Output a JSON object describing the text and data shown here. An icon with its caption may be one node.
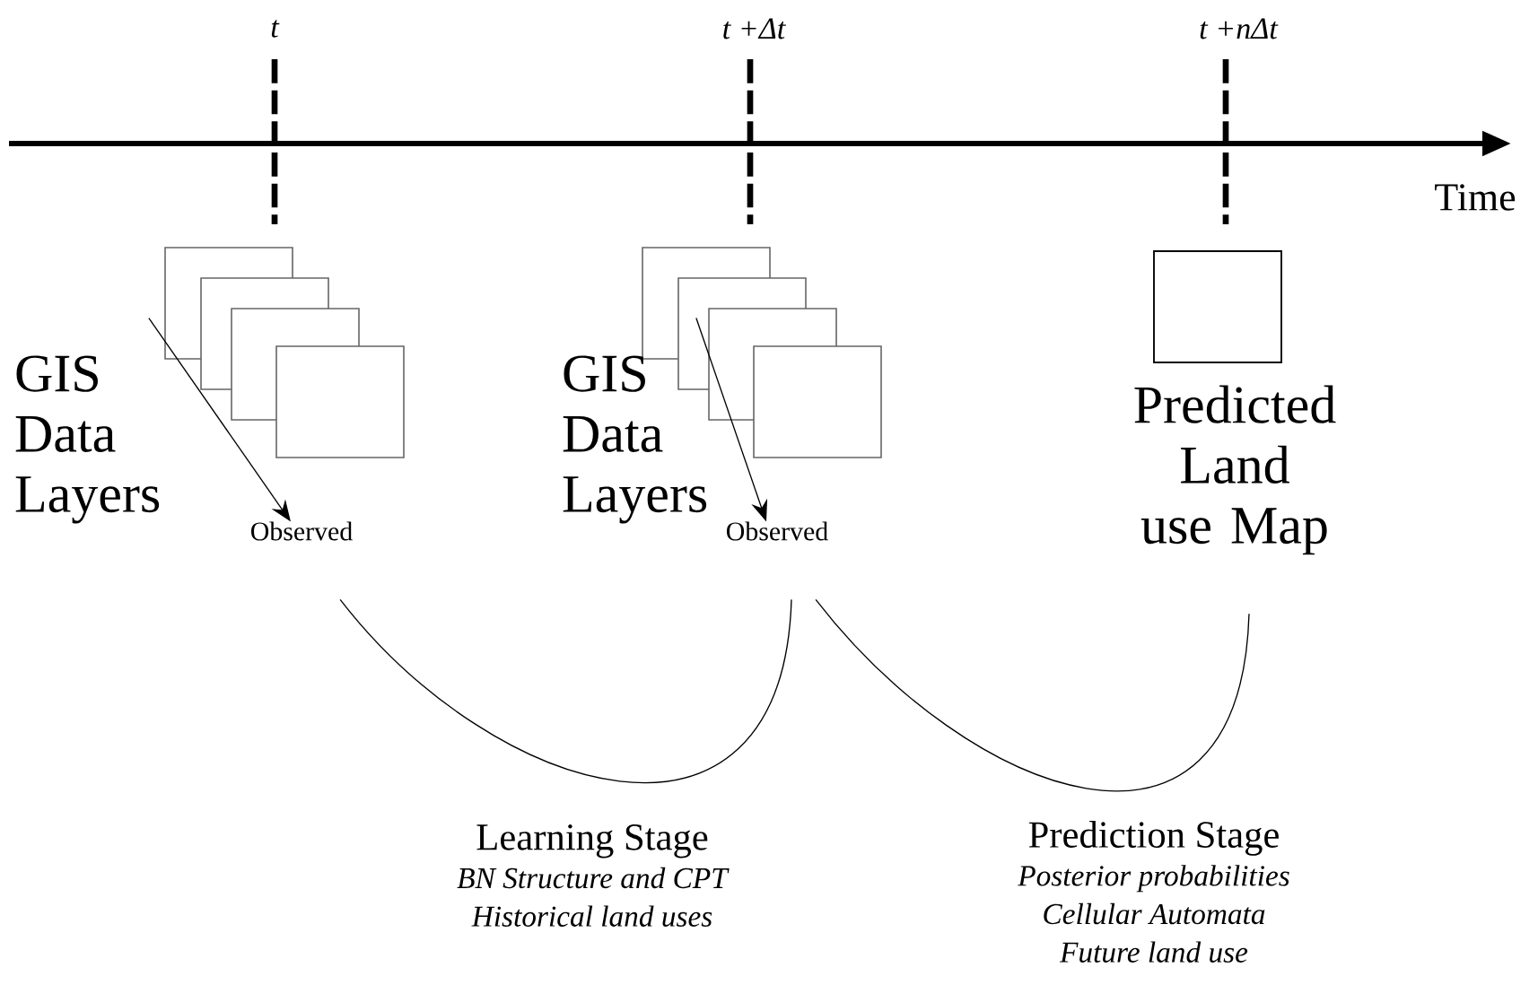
{
  "diagram": {
    "nodes": [
      {
        "text": [
          "GIS Data Layers"
        ]
      },
      {
        "text": [
          "Observed"
        ]
      },
      {
        "text": [
          "GIS Data Layers"
        ]
      },
      {
        "text": [
          "Observed"
        ]
      },
      {
        "text": [
          "Predicted Land use Map"
        ]
      },
      {
        "text": [
          "Learning Stage",
          "BN Structure and CPT",
          "Historical land uses"
        ]
      },
      {
        "text": [
          "Prediction Stage",
          "Posterior probabilities",
          "Cellular Automata",
          "Future land use"
        ]
      }
    ],
    "edges": [
      {
        "from": 0,
        "to": 1,
        "arrow": "to"
      },
      {
        "from": 2,
        "to": 3,
        "arrow": "to"
      },
      {
        "from": 1,
        "to": 3,
        "arrow": "none"
      },
      {
        "from": 3,
        "to": 4,
        "arrow": "none"
      }
    ],
    "labels": [
      "t",
      "t +Δt",
      "t +nΔt",
      "Time"
    ]
  }
}
